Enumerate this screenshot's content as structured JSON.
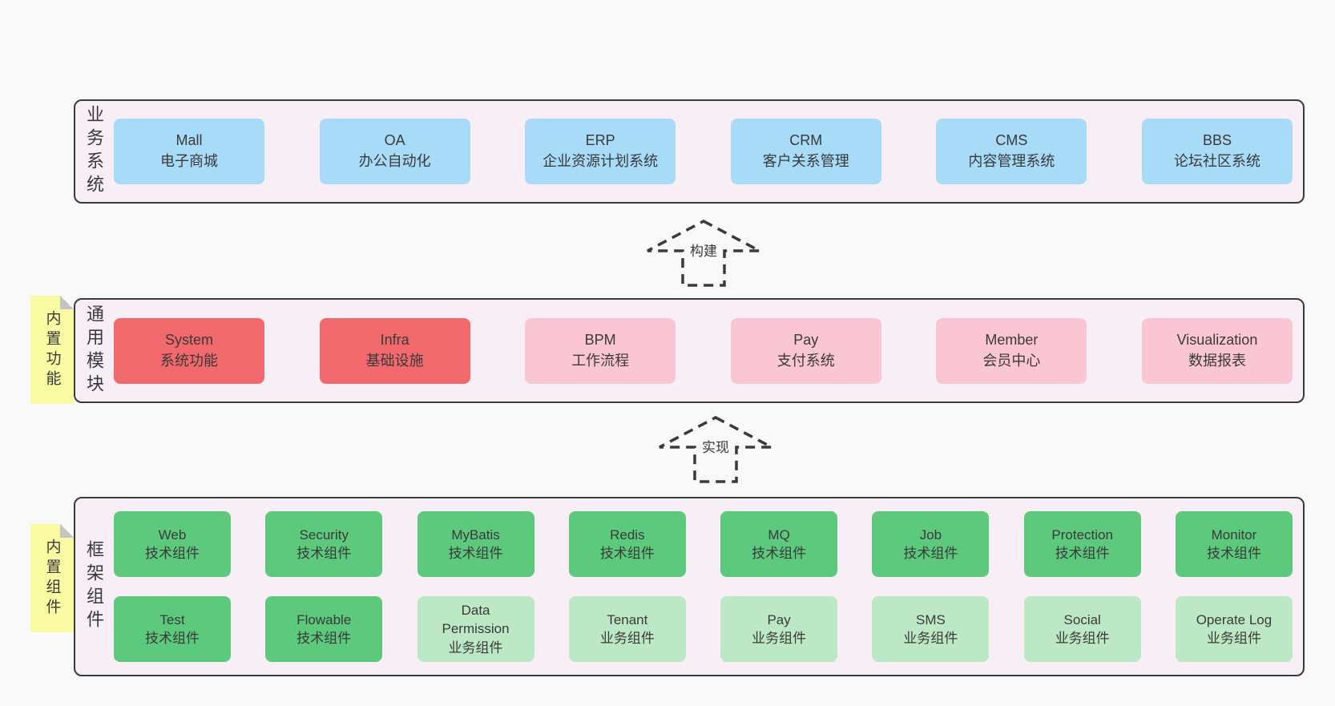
{
  "colors": {
    "page_bg": "#f9f9f9",
    "panel_bg": "#f7eef6",
    "panel_border": "#3a3a3a",
    "blue": "#a8dbf7",
    "red": "#f2696d",
    "pink": "#fac6d3",
    "green": "#5cc97d",
    "light_green": "#bde8c6",
    "tag_yellow": "#fafaa3",
    "fold_gray": "#c5c5c5",
    "text": "#3a3a3a"
  },
  "layers": {
    "business": {
      "label": "业务系统",
      "boxes": [
        {
          "name": "Mall",
          "desc": "电子商城",
          "variant": "blue"
        },
        {
          "name": "OA",
          "desc": "办公自动化",
          "variant": "blue"
        },
        {
          "name": "ERP",
          "desc": "企业资源计划系统",
          "variant": "blue"
        },
        {
          "name": "CRM",
          "desc": "客户关系管理",
          "variant": "blue"
        },
        {
          "name": "CMS",
          "desc": "内容管理系统",
          "variant": "blue"
        },
        {
          "name": "BBS",
          "desc": "论坛社区系统",
          "variant": "blue"
        }
      ]
    },
    "modules": {
      "label": "通用模块",
      "tag": "内置功能",
      "boxes": [
        {
          "name": "System",
          "desc": "系统功能",
          "variant": "red"
        },
        {
          "name": "Infra",
          "desc": "基础设施",
          "variant": "red"
        },
        {
          "name": "BPM",
          "desc": "工作流程",
          "variant": "pink"
        },
        {
          "name": "Pay",
          "desc": "支付系统",
          "variant": "pink"
        },
        {
          "name": "Member",
          "desc": "会员中心",
          "variant": "pink"
        },
        {
          "name": "Visualization",
          "desc": "数据报表",
          "variant": "pink"
        }
      ]
    },
    "components": {
      "label": "框架组件",
      "tag": "内置组件",
      "row1": [
        {
          "name": "Web",
          "desc": "技术组件",
          "variant": "green"
        },
        {
          "name": "Security",
          "desc": "技术组件",
          "variant": "green"
        },
        {
          "name": "MyBatis",
          "desc": "技术组件",
          "variant": "green"
        },
        {
          "name": "Redis",
          "desc": "技术组件",
          "variant": "green"
        },
        {
          "name": "MQ",
          "desc": "技术组件",
          "variant": "green"
        },
        {
          "name": "Job",
          "desc": "技术组件",
          "variant": "green"
        },
        {
          "name": "Protection",
          "desc": "技术组件",
          "variant": "green"
        },
        {
          "name": "Monitor",
          "desc": "技术组件",
          "variant": "green"
        }
      ],
      "row2": [
        {
          "name": "Test",
          "desc": "技术组件",
          "variant": "green"
        },
        {
          "name": "Flowable",
          "desc": "技术组件",
          "variant": "green"
        },
        {
          "name": "Data Permission",
          "desc": "业务组件",
          "variant": "lightgreen"
        },
        {
          "name": "Tenant",
          "desc": "业务组件",
          "variant": "lightgreen"
        },
        {
          "name": "Pay",
          "desc": "业务组件",
          "variant": "lightgreen"
        },
        {
          "name": "SMS",
          "desc": "业务组件",
          "variant": "lightgreen"
        },
        {
          "name": "Social",
          "desc": "业务组件",
          "variant": "lightgreen"
        },
        {
          "name": "Operate Log",
          "desc": "业务组件",
          "variant": "lightgreen"
        }
      ]
    }
  },
  "arrows": [
    {
      "label": "构建"
    },
    {
      "label": "实现"
    }
  ]
}
